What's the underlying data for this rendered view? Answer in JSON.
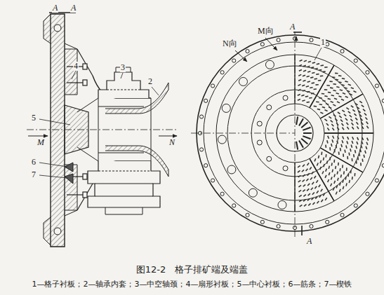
{
  "diagram": {
    "caption": "图12-2　格子排矿端及端盖",
    "labels": [
      "A",
      "A",
      "4",
      "3",
      "2",
      "5",
      "M",
      "N",
      "6",
      "7",
      "M向",
      "A",
      "N向",
      "1",
      "A",
      "1—格子衬板；2—轴承内套；3—中空轴颈；4—扇形衬板；5—中心衬板；6—筋条；7—楔铁"
    ]
  }
}
